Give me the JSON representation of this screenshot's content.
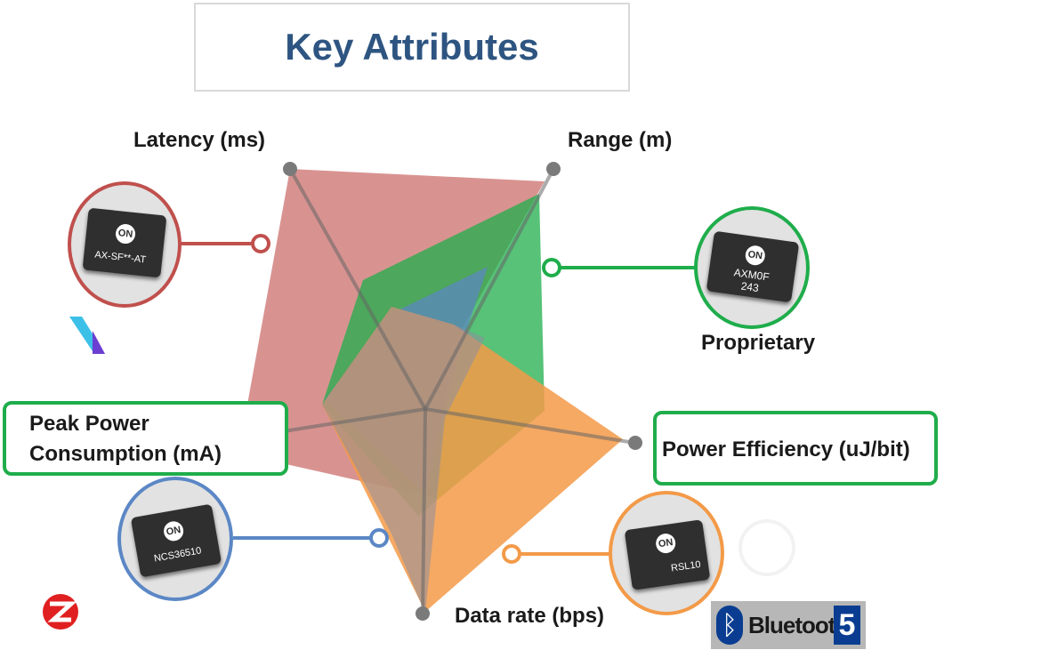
{
  "title": "Key Attributes",
  "axes": {
    "latency": "Latency (ms)",
    "range": "Range (m)",
    "power_efficiency": "Power Efficiency (uJ/bit)",
    "data_rate": "Data rate (bps)",
    "peak_power": [
      "Peak Power",
      "Consumption (mA)"
    ]
  },
  "chips": {
    "sigfox": "AX-SF**-AT",
    "proprietary": "AXM0F 243",
    "nb_iot": "NCS36510",
    "ble": "RSL10"
  },
  "chip_logo_text": "ON",
  "proprietary_label": "Proprietary",
  "bluetooth": {
    "text": "Bluetooth",
    "version": "5"
  },
  "colors": {
    "sigfox": "#c0504d",
    "proprietary": "#1fad4b",
    "nb_iot": "#5b87c5",
    "ble": "#f39a48",
    "title": "#2e5581"
  },
  "icons": {
    "sigfox_logo": "sigfox-logo-icon",
    "zigbee_logo": "zigbee-logo-icon",
    "bluetooth_logo": "bluetooth-rune-icon"
  }
}
